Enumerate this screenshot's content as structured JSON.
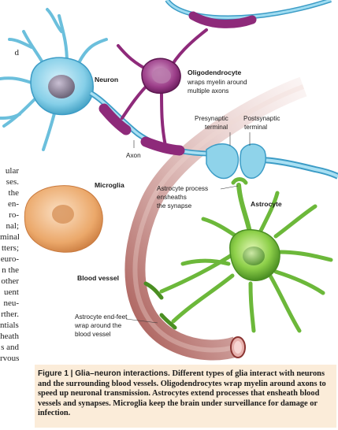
{
  "body_text_top": [
    "d"
  ],
  "body_text_left": [
    "ular",
    "ses.",
    "the",
    "en-",
    "ro-",
    "nal;",
    "minal",
    "tters;",
    "euro-",
    "n the",
    "other",
    "uent",
    "neu-",
    "rther.",
    "ntials,",
    "heath",
    "s and",
    "rvous"
  ],
  "labels": {
    "neuron": "Neuron",
    "oligo_title": "Oligodendrocyte",
    "oligo_line1": "wraps myelin around",
    "oligo_line2": "multiple axons",
    "presynaptic_1": "Presynaptic",
    "presynaptic_2": "terminal",
    "postsynaptic_1": "Postsynaptic",
    "postsynaptic_2": "terminal",
    "axon": "Axon",
    "microglia": "Microglia",
    "astro_process_1": "Astrocyte process",
    "astro_process_2": "ensheaths",
    "astro_process_3": "the synapse",
    "astrocyte": "Astrocyte",
    "blood_vessel": "Blood vessel",
    "endfeet_1": "Astrocyte end-feet",
    "endfeet_2": "wrap around the",
    "endfeet_3": "blood vessel"
  },
  "caption": {
    "title": "Figure 1 | Glia–neuron interactions.",
    "text": "Different types of glia interact with neurons and the surrounding blood vessels. Oligodendrocytes wrap myelin around axons to speed up neuronal transmission. Astrocytes extend processes that ensheath blood vessels and synapses. Microglia keep the brain under surveillance for damage or infection."
  },
  "colors": {
    "caption_bg": "#fbecd9",
    "neuron": "#8fd3ea",
    "oligodendrocyte": "#8e2a7a",
    "myelin": "#9b2f86",
    "astrocyte": "#7cc63c",
    "microglia": "#e9a86a",
    "blood_vessel": "#b0524e"
  }
}
